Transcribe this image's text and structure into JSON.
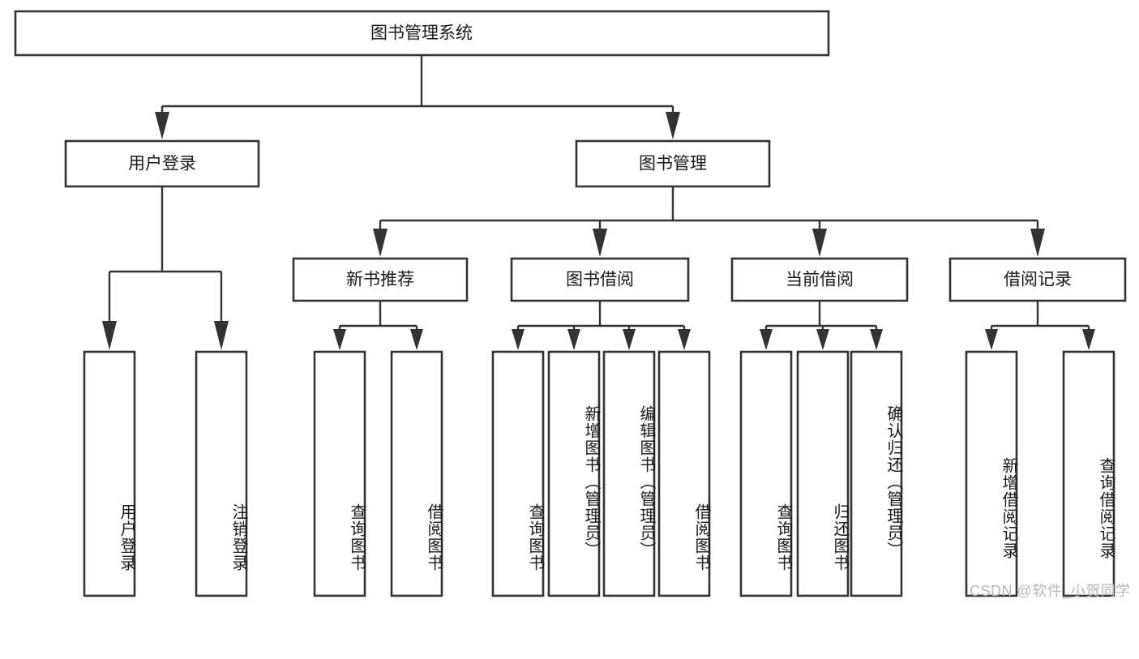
{
  "diagram": {
    "title": "图书管理系统",
    "type": "tree-hierarchy",
    "orientation": "top-down",
    "root": {
      "id": "root",
      "label": "图书管理系统"
    },
    "level2": [
      {
        "id": "user-login",
        "label": "用户登录"
      },
      {
        "id": "book-manage",
        "label": "图书管理"
      }
    ],
    "level3": [
      {
        "id": "new-book-rec",
        "label": "新书推荐",
        "parent": "book-manage"
      },
      {
        "id": "book-borrow",
        "label": "图书借阅",
        "parent": "book-manage"
      },
      {
        "id": "current-borrow",
        "label": "当前借阅",
        "parent": "book-manage"
      },
      {
        "id": "borrow-record",
        "label": "借阅记录",
        "parent": "book-manage"
      }
    ],
    "leaves": [
      {
        "id": "leaf-user-login",
        "label": "用户登录",
        "parent": "user-login"
      },
      {
        "id": "leaf-logout",
        "label": "注销登录",
        "parent": "user-login"
      },
      {
        "id": "leaf-query-book-1",
        "label": "查询图书",
        "parent": "new-book-rec"
      },
      {
        "id": "leaf-borrow-book-1",
        "label": "借阅图书",
        "parent": "new-book-rec"
      },
      {
        "id": "leaf-query-book-2",
        "label": "查询图书",
        "parent": "book-borrow"
      },
      {
        "id": "leaf-add-book",
        "label": "新增图书（管理员）",
        "parent": "book-borrow"
      },
      {
        "id": "leaf-edit-book",
        "label": "编辑图书（管理员）",
        "parent": "book-borrow"
      },
      {
        "id": "leaf-borrow-book-2",
        "label": "借阅图书",
        "parent": "book-borrow"
      },
      {
        "id": "leaf-query-book-3",
        "label": "查询图书",
        "parent": "current-borrow"
      },
      {
        "id": "leaf-return-book",
        "label": "归还图书",
        "parent": "current-borrow"
      },
      {
        "id": "leaf-confirm-return",
        "label": "确认归还（管理员）",
        "parent": "current-borrow"
      },
      {
        "id": "leaf-add-record",
        "label": "新增借阅记录",
        "parent": "borrow-record"
      },
      {
        "id": "leaf-query-record",
        "label": "查询借阅记录",
        "parent": "borrow-record"
      }
    ],
    "colors": {
      "stroke": "#333333",
      "fill": "#ffffff",
      "text": "#1a1a1a",
      "watermark": "#b8b8b8",
      "background": "#ffffff"
    }
  },
  "watermark": {
    "text": "CSDN @软件_小贺同学"
  }
}
